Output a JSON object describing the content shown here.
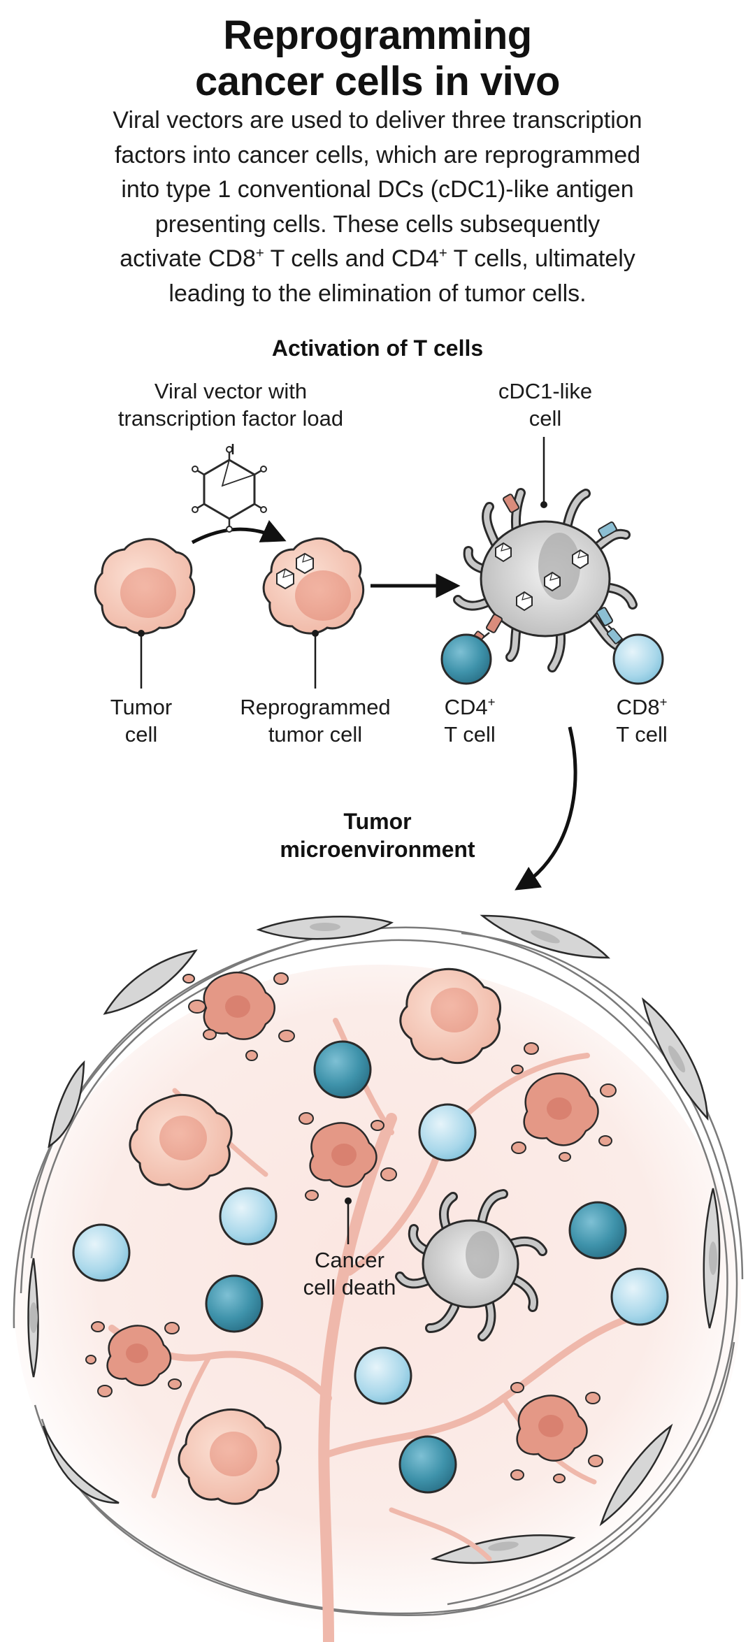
{
  "title": {
    "line1": "Reprogramming",
    "line2": "cancer cells in vivo"
  },
  "intro": {
    "line1": "Viral vectors are used to deliver three transcription",
    "line2": "factors into cancer cells, which are reprogrammed",
    "line3": "into type 1 conventional DCs (cDC1)-like antigen",
    "line4": "presenting cells. These cells subsequently",
    "line5a": "activate CD8",
    "line5b": " T cells and CD4",
    "line5c": " T cells, ultimately",
    "line6": "leading to the elimination of tumor cells.",
    "sup_plus": "+"
  },
  "activation": {
    "heading": "Activation of T cells",
    "viral_vector_label": [
      "Viral vector with",
      "transcription factor load"
    ],
    "cdc1_label": [
      "cDC1-like",
      "cell"
    ],
    "tumor_cell_label": [
      "Tumor",
      "cell"
    ],
    "reprogrammed_label": [
      "Reprogrammed",
      "tumor cell"
    ],
    "cd4_label": {
      "name": "CD4",
      "sup": "+",
      "line2": "T cell"
    },
    "cd8_label": {
      "name": "CD8",
      "sup": "+",
      "line2": "T cell"
    }
  },
  "microenvironment": {
    "heading": [
      "Tumor",
      "microenvironment"
    ],
    "cancer_death_label": [
      "Cancer",
      "cell death"
    ]
  },
  "colors": {
    "tumor_fill": "#f4c4b4",
    "tumor_nucleus": "#eda592",
    "dying_cell": "#e0907e",
    "cd4_tcell": "#3a8ea6",
    "cd8_tcell": "#a7d6e8",
    "dendritic_cell": "#c9c9c9",
    "fibroblast": "#d4d4d4",
    "vessel": "#efb8ab",
    "outline": "#2a2a2a"
  }
}
